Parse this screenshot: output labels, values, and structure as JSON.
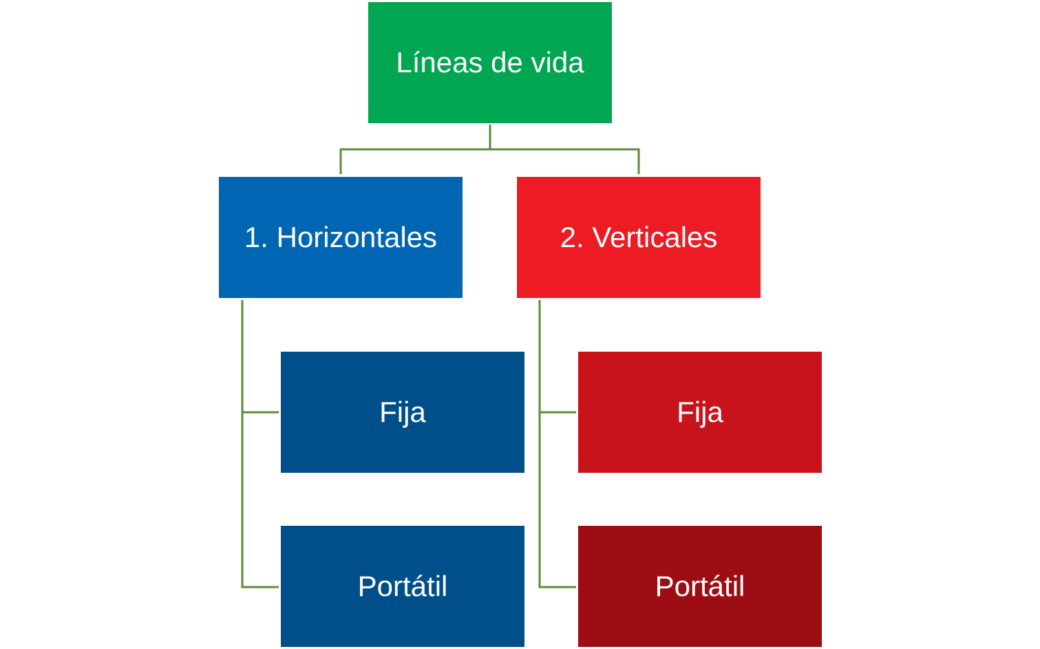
{
  "diagram": {
    "root": {
      "label": "Líneas de vida",
      "color": "#00A651"
    },
    "branches": [
      {
        "label": "1. Horizontales",
        "color": "#0066B3",
        "children": [
          {
            "label": "Fija",
            "color": "#004F8A"
          },
          {
            "label": "Portátil",
            "color": "#004F8A"
          }
        ]
      },
      {
        "label": "2. Verticales",
        "color": "#ED1C24",
        "children": [
          {
            "label": "Fija",
            "color": "#C8131B"
          },
          {
            "label": "Portátil",
            "color": "#9E0D14"
          }
        ]
      }
    ],
    "connector_color": "#5B8C3A"
  }
}
